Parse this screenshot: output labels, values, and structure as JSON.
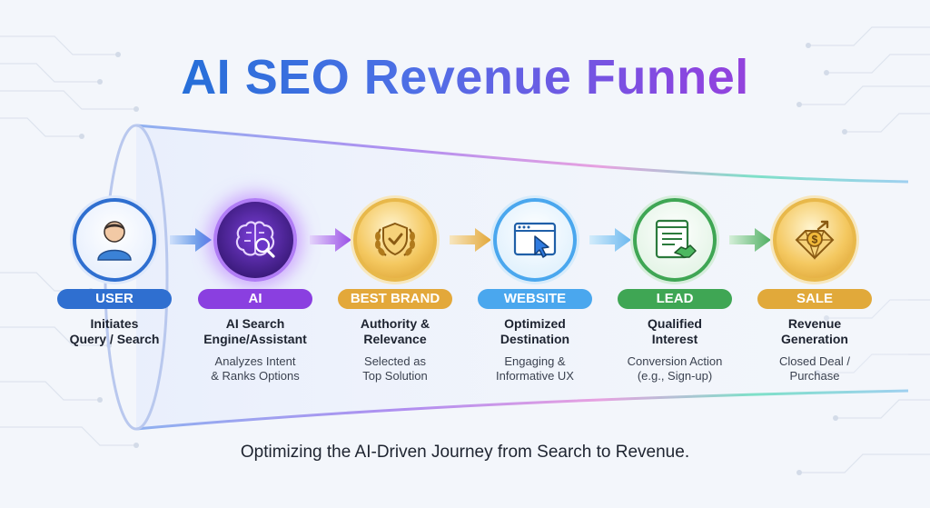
{
  "title": "AI SEO Revenue Funnel",
  "footer": "Optimizing the AI-Driven Journey from Search to Revenue.",
  "stages": [
    {
      "label": "USER",
      "heading": "Initiates\nQuery / Search",
      "detail": "",
      "color": "#2f6fd0",
      "icon": "user-icon"
    },
    {
      "label": "AI",
      "heading": "AI Search\nEngine/Assistant",
      "detail": "Analyzes Intent\n& Ranks Options",
      "color": "#8a3fe0",
      "icon": "brain-search-icon"
    },
    {
      "label": "BEST BRAND",
      "heading": "Authority &\nRelevance",
      "detail": "Selected as\nTop Solution",
      "color": "#e3a83a",
      "icon": "shield-laurel-icon"
    },
    {
      "label": "WEBSITE",
      "heading": "Optimized\nDestination",
      "detail": "Engaging &\nInformative UX",
      "color": "#4aa7ee",
      "icon": "browser-cursor-icon"
    },
    {
      "label": "LEAD",
      "heading": "Qualified\nInterest",
      "detail": "Conversion Action\n(e.g., Sign-up)",
      "color": "#3fa654",
      "icon": "form-handshake-icon"
    },
    {
      "label": "SALE",
      "heading": "Revenue\nGeneration",
      "detail": "Closed Deal /\nPurchase",
      "color": "#e1a93a",
      "icon": "money-growth-icon"
    }
  ]
}
